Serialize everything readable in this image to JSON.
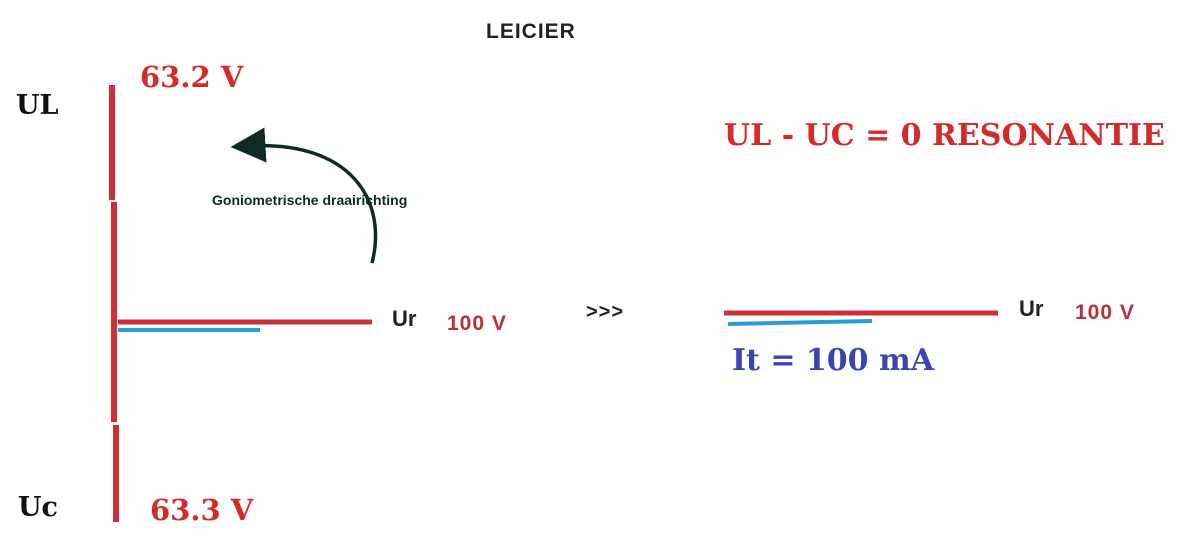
{
  "title": "LEICIER",
  "labels": {
    "ul": "UL",
    "uc": "Uc",
    "ul_value": "63.2 V",
    "uc_value": "63.3 V",
    "ur_left": "Ur",
    "ur_left_value": "100 V",
    "ur_right": "Ur",
    "ur_right_value": "100 V",
    "arrows": ">>>",
    "rotation_direction": "Goniometrische draairichting",
    "resonance": "UL - UC = 0 RESONANTIE",
    "current": "It = 100 mA"
  },
  "colors": {
    "voltage_red": "#d42a2a",
    "vector_red": "#cc2f3a",
    "current_blue": "#2a9bd8",
    "current_text_blue": "#3b45b2",
    "arrow_dark": "#0f2b25"
  }
}
